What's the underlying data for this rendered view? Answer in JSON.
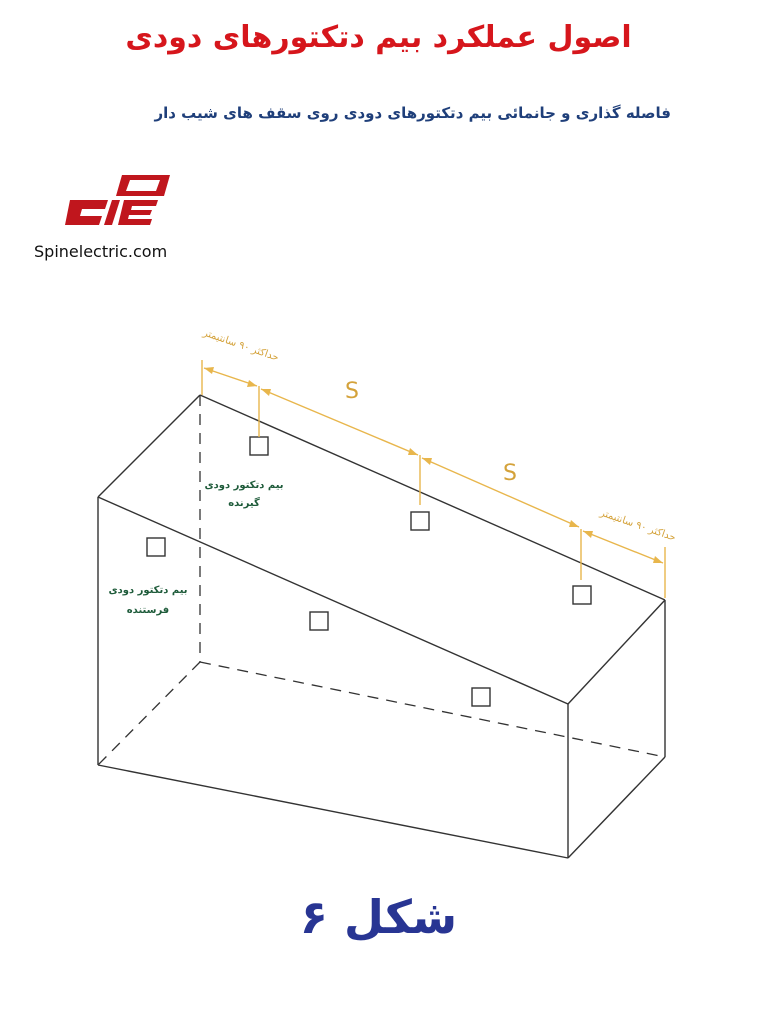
{
  "header": {
    "title": "اصول عملکرد بیم دتکتورهای دودی",
    "subtitle": "فاصله گذاری و جانمائی بیم دتکتورهای دودی روی سقف های شیب دار"
  },
  "brand": {
    "logo_text": "DE",
    "website": "Spinelectric.com"
  },
  "diagram": {
    "labels": {
      "max_left": "حداکثر ۹۰ سانتیمتر",
      "max_right": "حداکثر ۹۰ سانتیمتر",
      "spacing_1": "S",
      "spacing_2": "S",
      "receiver_line1": "بیم دتکتور دودی",
      "receiver_line2": "گیرنده",
      "transmitter_line1": "بیم دتکتور دودی",
      "transmitter_line2": "فرستنده"
    },
    "colors": {
      "dimension": "#e8b64c",
      "detector_label": "#1e5b3a",
      "lines": "#333333"
    }
  },
  "footer": {
    "caption": "شکل ۶"
  }
}
